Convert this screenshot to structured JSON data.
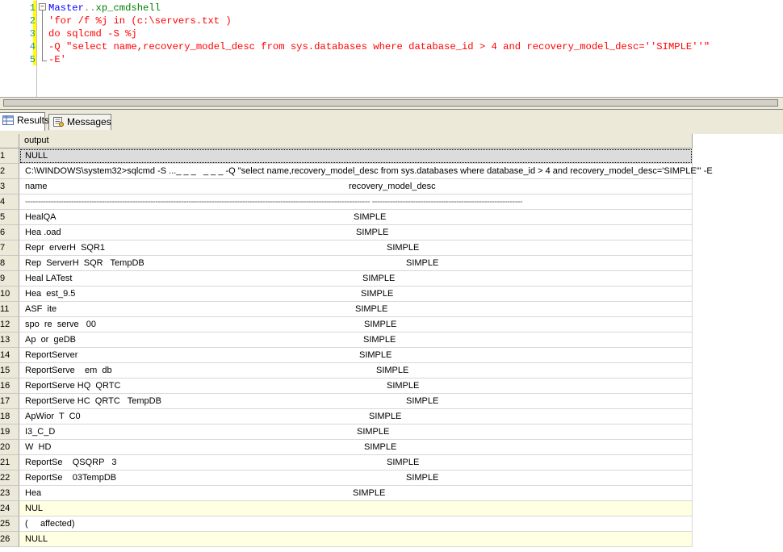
{
  "editor": {
    "lines": [
      {
        "num": "1",
        "parts": [
          {
            "cls": "kw-blue",
            "text": "Master"
          },
          {
            "cls": "op-gray",
            "text": ".."
          },
          {
            "cls": "kw-green",
            "text": "xp_cmdshell"
          }
        ]
      },
      {
        "num": "2",
        "parts": [
          {
            "cls": "str-red",
            "text": "'for /f %j in (c:\\servers.txt )"
          }
        ]
      },
      {
        "num": "3",
        "parts": [
          {
            "cls": "txt-red",
            "text": "do sqlcmd -S %j"
          }
        ]
      },
      {
        "num": "4",
        "parts": [
          {
            "cls": "txt-red",
            "text": "-Q \"select name,recovery_model_desc from sys.databases where database_id > 4 and recovery_model_desc=''SIMPLE''\""
          }
        ]
      },
      {
        "num": "5",
        "parts": [
          {
            "cls": "txt-red",
            "text": "-E'"
          }
        ]
      }
    ]
  },
  "tabs": [
    {
      "label": "Results",
      "icon": "grid-icon"
    },
    {
      "label": "Messages",
      "icon": "messages-icon"
    }
  ],
  "grid": {
    "column_header": "output",
    "rows": [
      {
        "n": "1",
        "type": "null",
        "c1": "NULL",
        "selected": true
      },
      {
        "n": "2",
        "type": "text",
        "c1": "C:\\WINDOWS\\system32>sqlcmd -S ..._ _ _   _ _ _ -Q \"select name,recovery_model_desc from sys.databases where database_id > 4 and recovery_model_desc='SIMPLE'\" -E"
      },
      {
        "n": "3",
        "type": "split",
        "c1": "name",
        "c2": "recovery_model_desc",
        "c2x": 432
      },
      {
        "n": "4",
        "type": "dashes",
        "c1": "--------------------------------------------------------------------------------------------------------------------------------------- -----------------------------------------------------------"
      },
      {
        "n": "5",
        "type": "split",
        "c1": "HealQA",
        "c2": "SIMPLE",
        "c2x": 438
      },
      {
        "n": "6",
        "type": "split",
        "c1": "Hea .oad",
        "c2": "SIMPLE",
        "c2x": 441
      },
      {
        "n": "7",
        "type": "split",
        "c1": "Repr  erverH  SQR1",
        "c2": "SIMPLE",
        "c2x": 479
      },
      {
        "n": "8",
        "type": "split",
        "c1": "Rep  ServerH  SQR   TempDB",
        "c2": "SIMPLE",
        "c2x": 503
      },
      {
        "n": "9",
        "type": "split",
        "c1": "Heal LATest",
        "c2": "SIMPLE",
        "c2x": 449
      },
      {
        "n": "10",
        "type": "split",
        "c1": "Hea  est_9.5",
        "c2": "SIMPLE",
        "c2x": 447
      },
      {
        "n": "11",
        "type": "split",
        "c1": "ASF  ite",
        "c2": "SIMPLE",
        "c2x": 440
      },
      {
        "n": "12",
        "type": "split",
        "c1": "spo  re  serve   00",
        "c2": "SIMPLE",
        "c2x": 451
      },
      {
        "n": "13",
        "type": "split",
        "c1": "Ap  or  geDB",
        "c2": "SIMPLE",
        "c2x": 450
      },
      {
        "n": "14",
        "type": "split",
        "c1": "ReportServer",
        "c2": "SIMPLE",
        "c2x": 445
      },
      {
        "n": "15",
        "type": "split",
        "c1": "ReportServe    em  db",
        "c2": "SIMPLE",
        "c2x": 466
      },
      {
        "n": "16",
        "type": "split",
        "c1": "ReportServe HQ  QRTC",
        "c2": "SIMPLE",
        "c2x": 479
      },
      {
        "n": "17",
        "type": "split",
        "c1": "ReportServe HC  QRTC   TempDB",
        "c2": "SIMPLE",
        "c2x": 503
      },
      {
        "n": "18",
        "type": "split",
        "c1": "ApWior  T  C0",
        "c2": "SIMPLE",
        "c2x": 457
      },
      {
        "n": "19",
        "type": "split",
        "c1": "I3_C_D",
        "c2": "SIMPLE",
        "c2x": 442
      },
      {
        "n": "20",
        "type": "split",
        "c1": "W  HD",
        "c2": "SIMPLE",
        "c2x": 451
      },
      {
        "n": "21",
        "type": "split",
        "c1": "ReportSe    QSQRP   3",
        "c2": "SIMPLE",
        "c2x": 479
      },
      {
        "n": "22",
        "type": "split",
        "c1": "ReportSe    03TempDB",
        "c2": "SIMPLE",
        "c2x": 503
      },
      {
        "n": "23",
        "type": "split",
        "c1": "Hea",
        "c2": "SIMPLE",
        "c2x": 437
      },
      {
        "n": "24",
        "type": "null",
        "c1": "NUL"
      },
      {
        "n": "25",
        "type": "text",
        "c1": "(     affected)"
      },
      {
        "n": "26",
        "type": "null",
        "c1": "NULL"
      }
    ]
  }
}
